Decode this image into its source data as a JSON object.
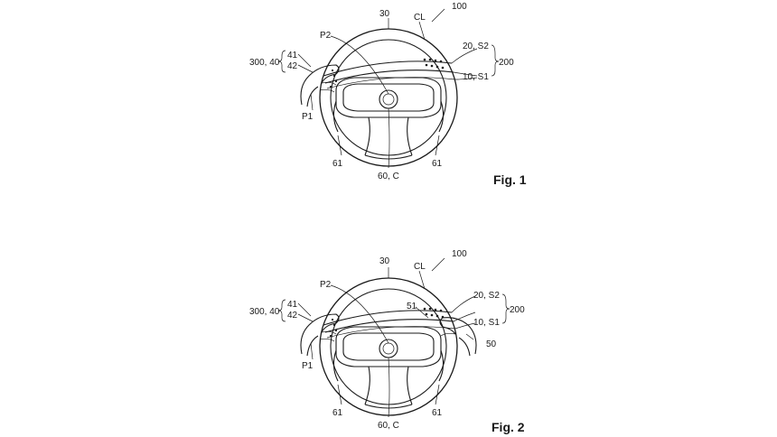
{
  "figures": [
    {
      "caption": "Fig. 1",
      "labels": {
        "ref_100": "100",
        "ref_30": "30",
        "ref_CL": "CL",
        "ref_P2": "P2",
        "ref_20_S2": "20, S2",
        "ref_10_S1": "10, S1",
        "ref_200": "200",
        "ref_300_40": "300, 40",
        "ref_41": "41",
        "ref_42": "42",
        "ref_P1": "P1",
        "ref_61_left": "61",
        "ref_61_right": "61",
        "ref_60_C": "60, C"
      }
    },
    {
      "caption": "Fig. 2",
      "labels": {
        "ref_100": "100",
        "ref_30": "30",
        "ref_CL": "CL",
        "ref_P2": "P2",
        "ref_20_S2": "20, S2",
        "ref_10_S1": "10, S1",
        "ref_200": "200",
        "ref_51": "51",
        "ref_50": "50",
        "ref_300_40": "300, 40",
        "ref_41": "41",
        "ref_42": "42",
        "ref_P1": "P1",
        "ref_61_left": "61",
        "ref_61_right": "61",
        "ref_60_C": "60, C"
      }
    }
  ],
  "colors": {
    "line": "#1a1a1a",
    "background": "#ffffff"
  }
}
